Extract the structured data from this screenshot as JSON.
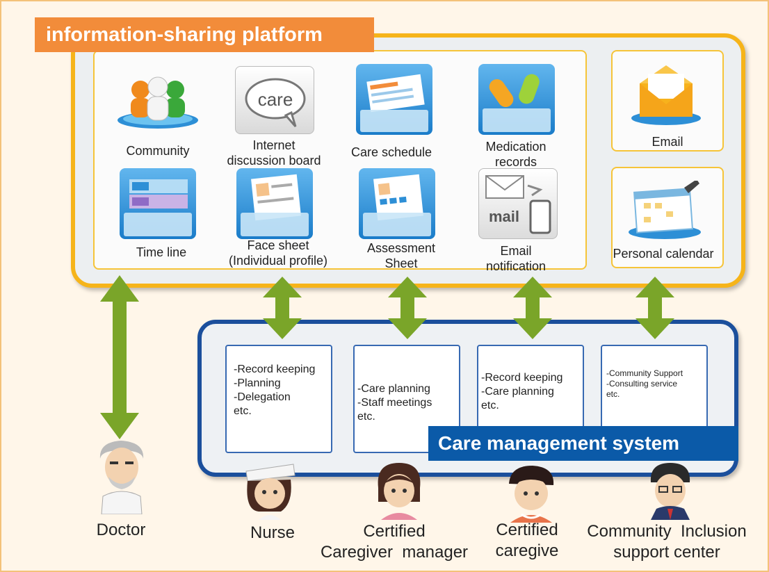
{
  "platform": {
    "title": "information-sharing platform",
    "features": [
      {
        "name": "community",
        "label": "Community"
      },
      {
        "name": "discussion",
        "label_lines": [
          "Internet",
          "discussion board"
        ],
        "icon_text": "care"
      },
      {
        "name": "care-schedule",
        "label": "Care schedule"
      },
      {
        "name": "medication",
        "label_lines": [
          "Medication",
          "records"
        ]
      },
      {
        "name": "timeline",
        "label": "Time line"
      },
      {
        "name": "face-sheet",
        "label_lines": [
          "Face sheet",
          "(Individual profile)"
        ]
      },
      {
        "name": "assessment",
        "label_lines": [
          "Assessment",
          "Sheet"
        ]
      },
      {
        "name": "email-notification",
        "label_lines": [
          "Email",
          "notification"
        ],
        "icon_text": "mail"
      }
    ],
    "side": [
      {
        "name": "email",
        "label": "Email"
      },
      {
        "name": "personal-calendar",
        "label": "Personal calendar"
      }
    ]
  },
  "care_management": {
    "title": "Care management system",
    "tasks": [
      {
        "lines": [
          "-Record keeping",
          "-Planning",
          "-Delegation",
          "etc."
        ]
      },
      {
        "lines": [
          "-Care planning",
          "-Staff meetings",
          "etc."
        ]
      },
      {
        "lines": [
          "-Record keeping",
          "-Care planning",
          "etc."
        ]
      },
      {
        "lines": [
          "-Community Support",
          "-Consulting service",
          "etc."
        ]
      }
    ]
  },
  "people": [
    {
      "name": "doctor",
      "lines": [
        "Doctor"
      ]
    },
    {
      "name": "nurse",
      "lines": [
        "Nurse"
      ]
    },
    {
      "name": "care-manager",
      "lines": [
        "Certified",
        "Caregiver  manager"
      ]
    },
    {
      "name": "caregiver",
      "lines": [
        "Certified",
        "caregive"
      ]
    },
    {
      "name": "support-center",
      "lines": [
        "Community  Inclusion",
        "support center"
      ]
    }
  ],
  "colors": {
    "platform_border": "#f6b41a",
    "platform_title_bg": "#f28c3a",
    "cms_border": "#1b4f9c",
    "cms_title_bg": "#0b5aa8",
    "arrow": "#7aa529"
  }
}
